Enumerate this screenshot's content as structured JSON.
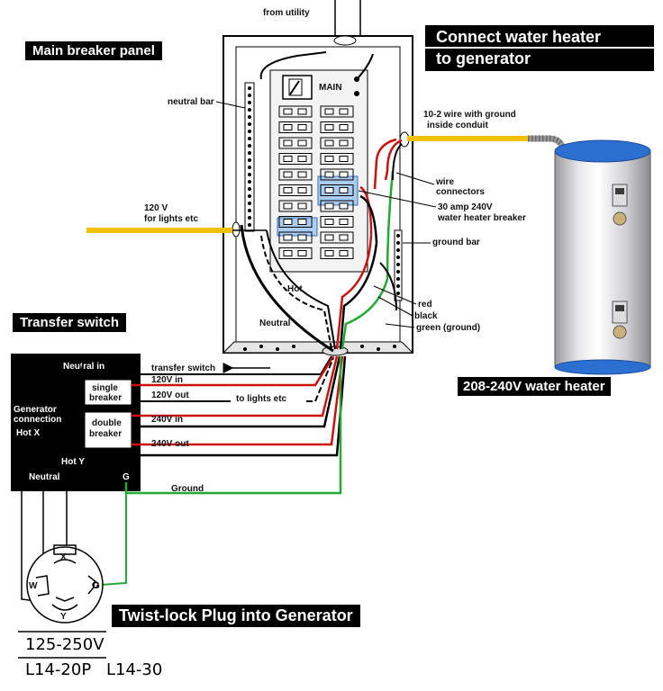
{
  "titles": {
    "main_panel": "Main breaker panel",
    "connect_line1": "Connect water heater",
    "connect_line2": "to generator",
    "transfer_switch": "Transfer switch",
    "water_heater": "208-240V water heater",
    "plug": "Twist-lock Plug into Generator"
  },
  "panel_labels": {
    "from_utility": "from utility",
    "main": "MAIN",
    "neutral_bar": "neutral bar",
    "wire_10_2_line1": "10-2 wire with ground",
    "wire_10_2_line2": "inside conduit",
    "wire_connectors_line1": "wire",
    "wire_connectors_line2": "connectors",
    "breaker_30a_line1": "30 amp 240V",
    "breaker_30a_line2": "water heater breaker",
    "lights_line1": "120 V",
    "lights_line2": "for lights etc",
    "ground_bar": "ground bar",
    "hot": "Hot",
    "neutral": "Neutral",
    "red": "red",
    "black": "black",
    "green_ground": "green (ground)"
  },
  "switch_labels": {
    "neutral_in": "Neutral in",
    "transfer_switch_arrow": "transfer switch",
    "single_line1": "single",
    "single_line2": "breaker",
    "double_line1": "double",
    "double_line2": "breaker",
    "in_120": "120V in",
    "out_120": "120V out",
    "to_lights": "to lights etc",
    "in_240": "240V in",
    "out_240": "240V out",
    "gen_conn_line1": "Generator",
    "gen_conn_line2": "connection",
    "hot_x": "Hot X",
    "hot_y": "Hot Y",
    "neutral": "Neutral",
    "g": "G",
    "ground": "Ground"
  },
  "plug_labels": {
    "x": "X",
    "w": "W",
    "g": "G",
    "y": "Y"
  },
  "rating": {
    "voltage": "125-250V",
    "model_a": "L14-20P",
    "model_b": "L14-30"
  },
  "colors": {
    "hot_wire": "#cc1111",
    "ground_wire": "#22aa33",
    "conduit": "#f2c200",
    "breaker_highlight": "#aaccf0",
    "heater_cap": "#2b6fd1"
  }
}
